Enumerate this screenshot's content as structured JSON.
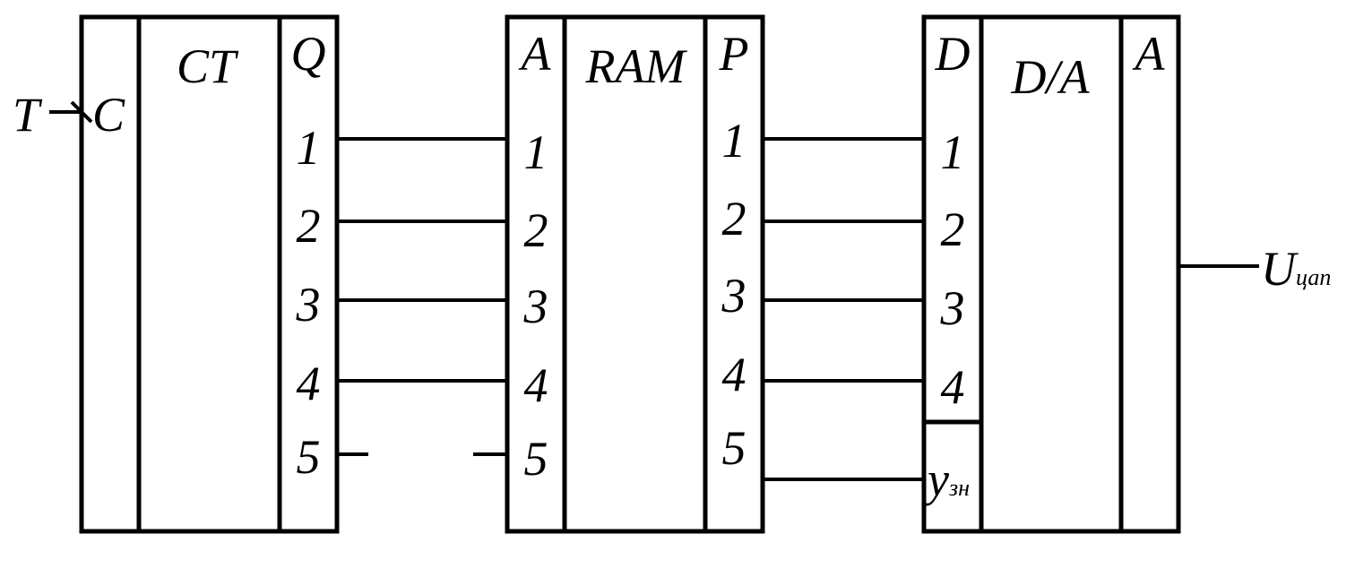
{
  "input": {
    "signal": "T",
    "clock_pin": "C"
  },
  "counter": {
    "title": "CT",
    "port": "Q",
    "pins": [
      "1",
      "2",
      "3",
      "4",
      "5"
    ]
  },
  "memory": {
    "title": "RAM",
    "addr_port": "A",
    "data_port": "P",
    "addr_pins": [
      "1",
      "2",
      "3",
      "4",
      "5"
    ],
    "data_pins": [
      "1",
      "2",
      "3",
      "4",
      "5"
    ]
  },
  "dac": {
    "title": "D/A",
    "in_port": "D",
    "out_port": "A",
    "pins": [
      "1",
      "2",
      "3",
      "4"
    ],
    "sign_pin": {
      "main": "y",
      "sub": "зн"
    }
  },
  "output": {
    "main": "U",
    "sub": "цап"
  },
  "colors": {
    "line": "#000000",
    "background": "#ffffff"
  }
}
